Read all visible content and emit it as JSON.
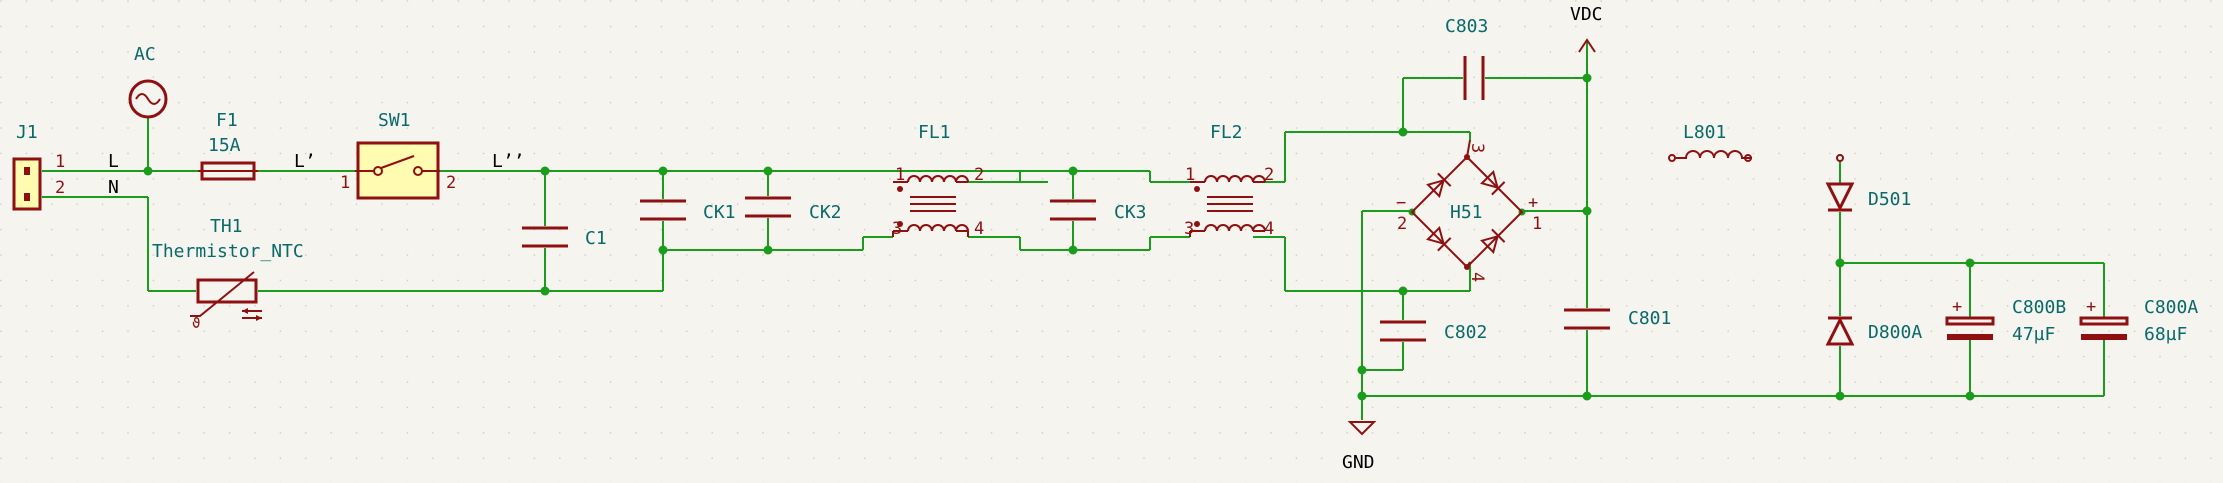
{
  "components": {
    "J1": {
      "ref": "J1",
      "pins": [
        "1",
        "2"
      ]
    },
    "AC": {
      "ref": "AC"
    },
    "F1": {
      "ref": "F1",
      "value": "15A"
    },
    "SW1": {
      "ref": "SW1",
      "pins": [
        "1",
        "2"
      ]
    },
    "TH1": {
      "ref": "TH1",
      "value": "Thermistor_NTC",
      "mark": "ϑ"
    },
    "C1": {
      "ref": "C1"
    },
    "CK1": {
      "ref": "CK1"
    },
    "CK2": {
      "ref": "CK2"
    },
    "FL1": {
      "ref": "FL1",
      "pins": [
        "1",
        "2",
        "3",
        "4"
      ]
    },
    "CK3": {
      "ref": "CK3"
    },
    "FL2": {
      "ref": "FL2",
      "pins": [
        "1",
        "2",
        "3",
        "4"
      ]
    },
    "C803": {
      "ref": "C803"
    },
    "H51": {
      "ref": "H51",
      "pins": [
        "1",
        "2",
        "3",
        "4"
      ],
      "plus": "+",
      "minus": "−"
    },
    "C802": {
      "ref": "C802"
    },
    "C801": {
      "ref": "C801"
    },
    "L801": {
      "ref": "L801"
    },
    "D501": {
      "ref": "D501"
    },
    "D800A": {
      "ref": "D800A"
    },
    "C800B": {
      "ref": "C800B",
      "value": "47µF",
      "plus": "+"
    },
    "C800A": {
      "ref": "C800A",
      "value": "68µF",
      "plus": "+"
    }
  },
  "nets": {
    "L": "L",
    "N": "N",
    "L_prime": "L’",
    "L_double_prime": "L’’",
    "VDC": "VDC",
    "GND": "GND"
  }
}
